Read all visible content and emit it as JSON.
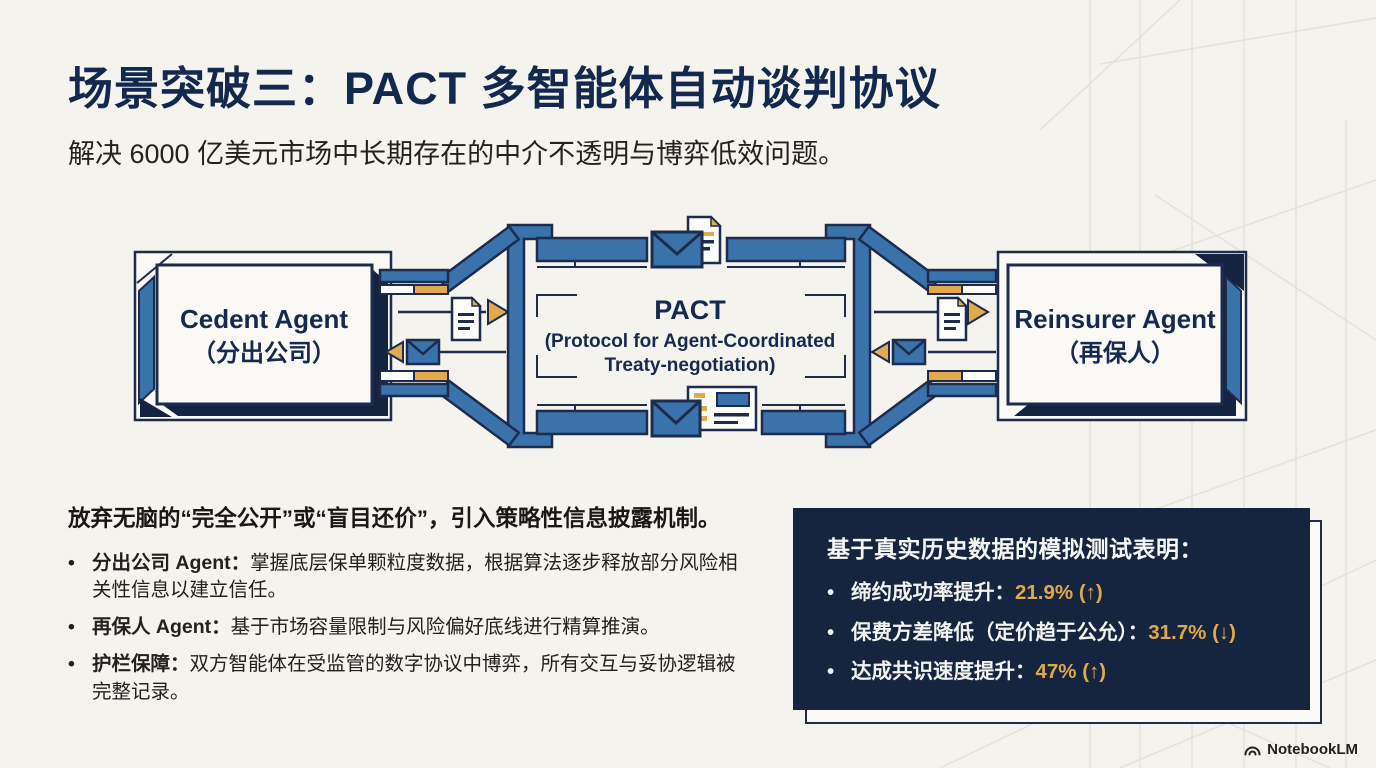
{
  "slide": {
    "title": "场景突破三：PACT 多智能体自动谈判协议",
    "subtitle": "解决 6000 亿美元市场中长期存在的中介不透明与博弈低效问题。"
  },
  "diagram": {
    "cedent_agent": {
      "name": "Cedent Agent",
      "label_cn": "（分出公司）"
    },
    "pact": {
      "name": "PACT",
      "sub1": "(Protocol for Agent-Coordinated",
      "sub2": "Treaty-negotiation)"
    },
    "reinsurer_agent": {
      "name": "Reinsurer Agent",
      "label_cn": "（再保人）"
    },
    "icons": [
      "envelope-icon",
      "document-icon",
      "form-icon",
      "arrow-right-icon",
      "arrow-left-icon"
    ]
  },
  "strategy": {
    "heading": "放弃无脑的“完全公开”或“盲目还价”，引入策略性信息披露机制。",
    "bullets": [
      {
        "label": "分出公司 Agent：",
        "text": "掌握底层保单颗粒度数据，根据算法逐步释放部分风险相关性信息以建立信任。"
      },
      {
        "label": "再保人 Agent：",
        "text": "基于市场容量限制与风险偏好底线进行精算推演。"
      },
      {
        "label": "护栏保障：",
        "text": "双方智能体在受监管的数字协议中博弈，所有交互与妥协逻辑被完整记录。"
      }
    ]
  },
  "results": {
    "heading": "基于真实历史数据的模拟测试表明：",
    "items": [
      {
        "label": "缔约成功率提升：",
        "value": "21.9% (↑)"
      },
      {
        "label": "保费方差降低（定价趋于公允）：",
        "value": "31.7% (↓)"
      },
      {
        "label": "达成共识速度提升：",
        "value": "47% (↑)"
      }
    ]
  },
  "footer": {
    "brand": "NotebookLM"
  },
  "colors": {
    "background": "#f5f3ee",
    "title_navy": "#13284e",
    "accent_blue": "#3a72ab",
    "navy_outline": "#1d2c4d",
    "dark_navy": "#14233f",
    "gold": "#e3a94c",
    "panel_bg": "#16253f",
    "panel_value_gold": "#e0a84c"
  }
}
